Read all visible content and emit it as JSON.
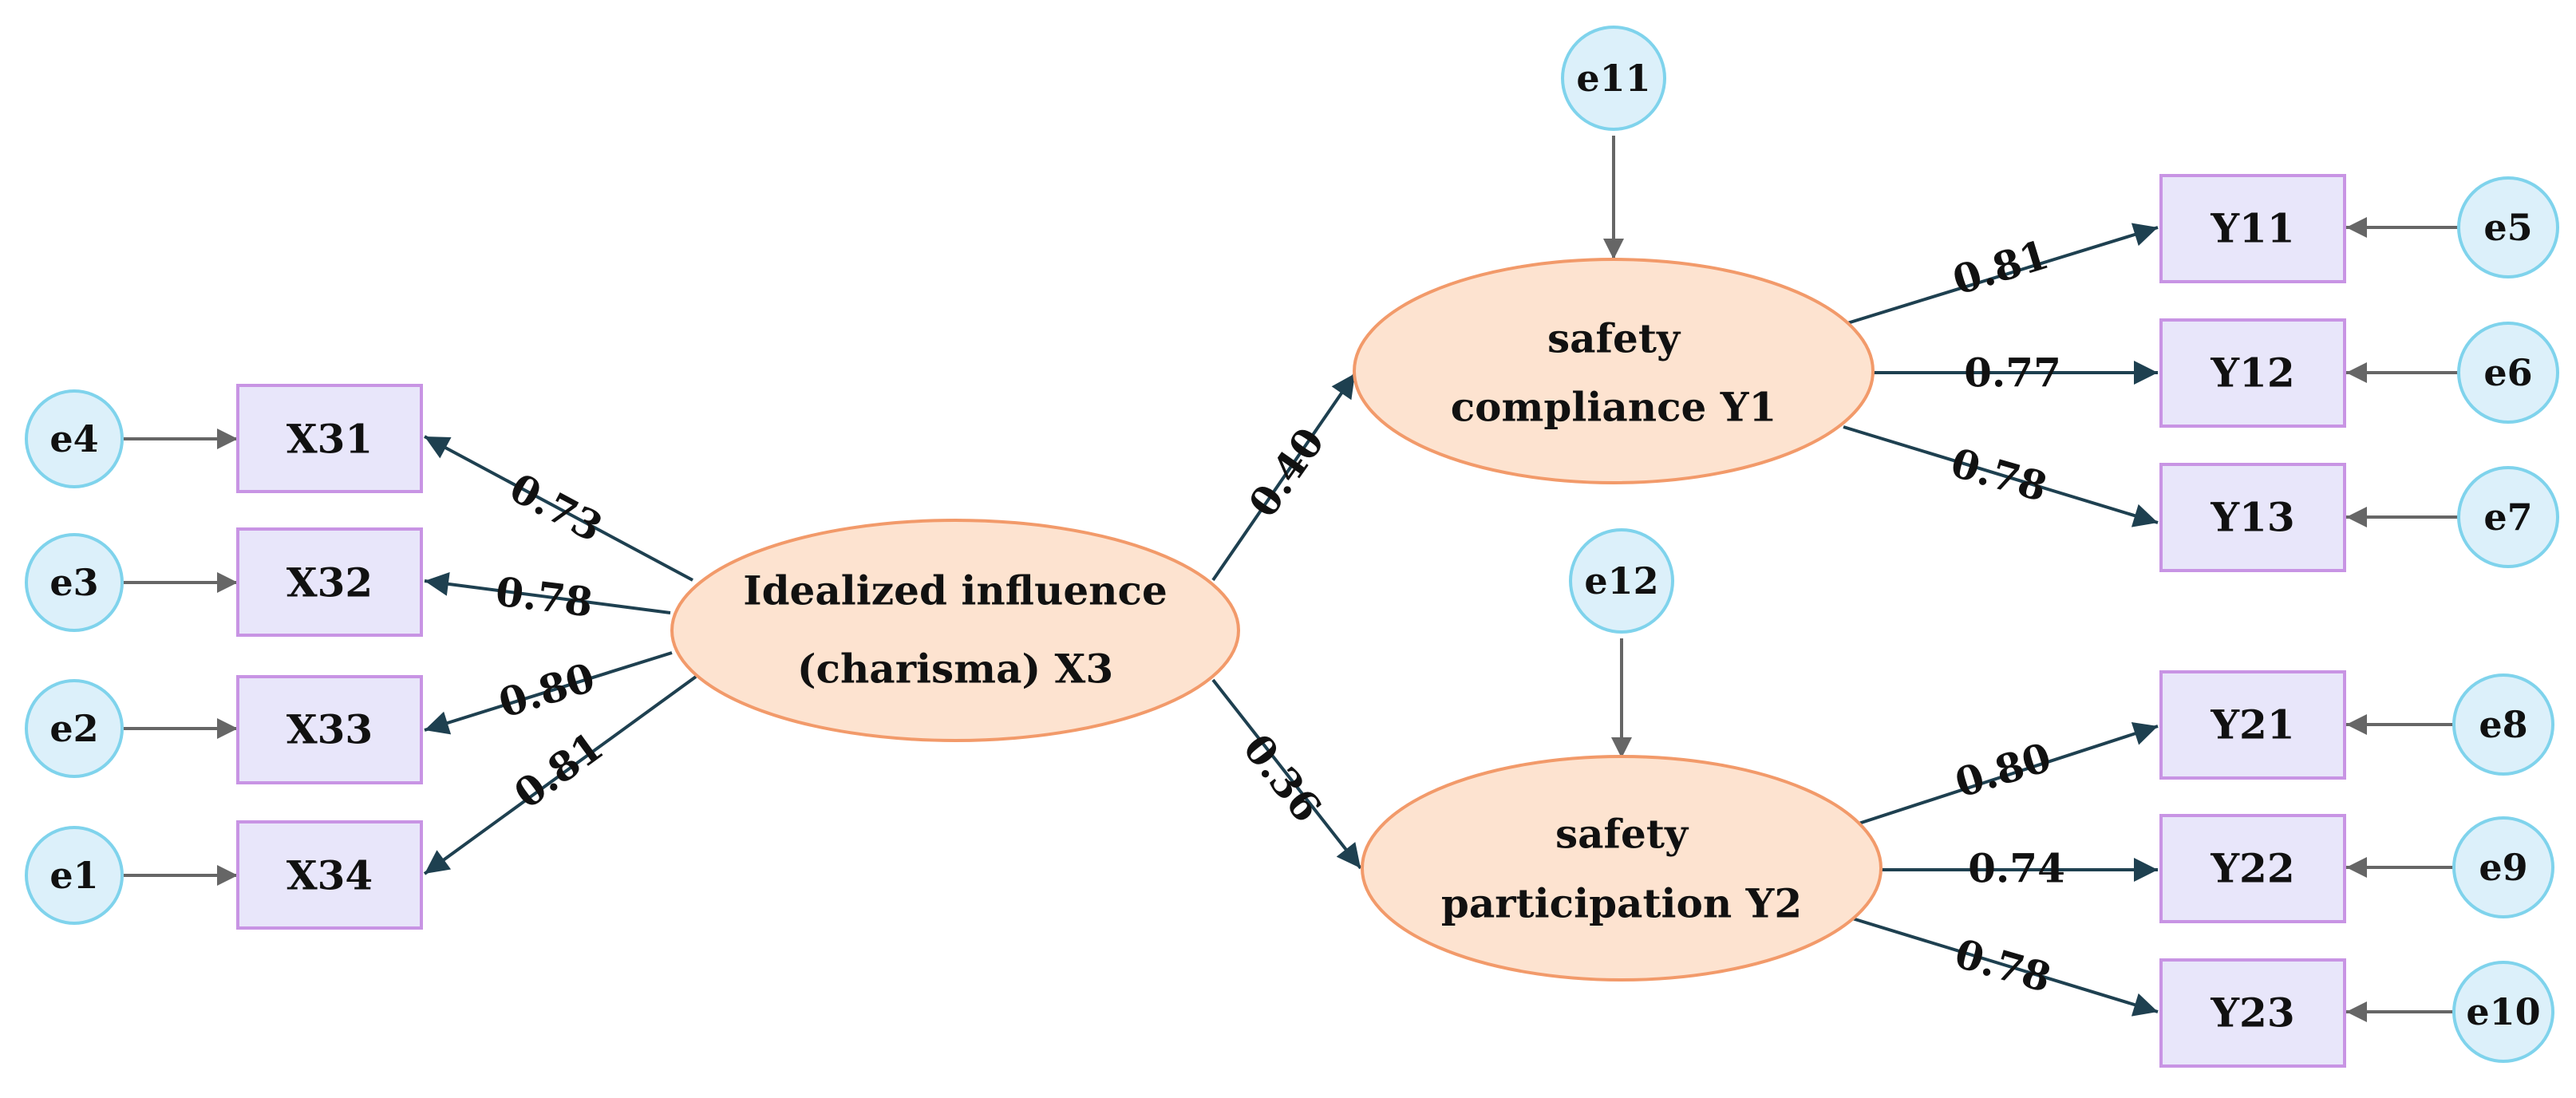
{
  "latents": {
    "x3": [
      "Idealized influence",
      "(charisma) X3"
    ],
    "y1": [
      "safety",
      "compliance Y1"
    ],
    "y2": [
      "safety",
      "participation Y2"
    ]
  },
  "indicators": {
    "x31": "X31",
    "x32": "X32",
    "x33": "X33",
    "x34": "X34",
    "y11": "Y11",
    "y12": "Y12",
    "y13": "Y13",
    "y21": "Y21",
    "y22": "Y22",
    "y23": "Y23"
  },
  "errors": {
    "e1": "e1",
    "e2": "e2",
    "e3": "e3",
    "e4": "e4",
    "e5": "e5",
    "e6": "e6",
    "e7": "e7",
    "e8": "e8",
    "e9": "e9",
    "e10": "e10",
    "e11": "e11",
    "e12": "e12"
  },
  "coefficients": {
    "x3_x31": "0.73",
    "x3_x32": "0.78",
    "x3_x33": "0.80",
    "x3_x34": "0.81",
    "x3_y1": "0.40",
    "x3_y2": "0.36",
    "y1_y11": "0.81",
    "y1_y12": "0.77",
    "y1_y13": "0.78",
    "y2_y21": "0.80",
    "y2_y22": "0.74",
    "y2_y23": "0.78"
  },
  "colors": {
    "latent_fill": "#fde3d0",
    "latent_stroke": "#f29a6a",
    "indicator_fill": "#e8e6fa",
    "indicator_stroke": "#c894e4",
    "error_fill": "#dcf0fa",
    "error_stroke": "#7fd3ec",
    "loading_arrow": "#1e4050",
    "error_arrow": "#666666"
  }
}
